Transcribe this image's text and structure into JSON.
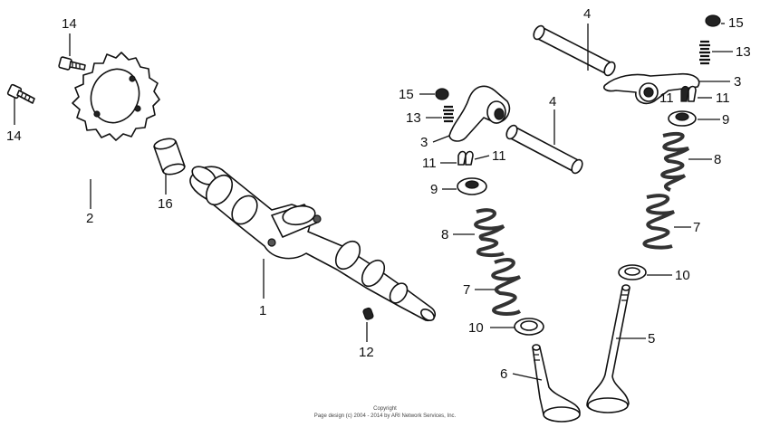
{
  "callouts": {
    "camshaft": "1",
    "cam_sprocket": "2",
    "rocker_arm": "3",
    "rocker_arm_shaft": "4",
    "exhaust_valve": "5",
    "intake_valve": "6",
    "inner_valve_spring": "7",
    "outer_valve_spring": "8",
    "spring_retainer": "9",
    "spring_seat": "10",
    "valve_cotter": "11",
    "tappet_adjusting_screw": "12",
    "adjusting_screw": "13",
    "bolt": "14",
    "lock_nut": "15",
    "collar": "16"
  },
  "labels": {
    "l1": "1",
    "l2": "2",
    "l3a": "3",
    "l3b": "3",
    "l4a": "4",
    "l4b": "4",
    "l5": "5",
    "l6": "6",
    "l7a": "7",
    "l7b": "7",
    "l8a": "8",
    "l8b": "8",
    "l9a": "9",
    "l9b": "9",
    "l10a": "10",
    "l10b": "10",
    "l11a": "11",
    "l11b": "11",
    "l11c": "11",
    "l11d": "11",
    "l12": "12",
    "l13a": "13",
    "l13b": "13",
    "l14a": "14",
    "l14b": "14",
    "l15a": "15",
    "l15b": "15",
    "l16": "16"
  },
  "copyright": {
    "line1": "Copyright",
    "line2": "Page design (c) 2004 - 2014 by ARI Network Services, Inc."
  }
}
